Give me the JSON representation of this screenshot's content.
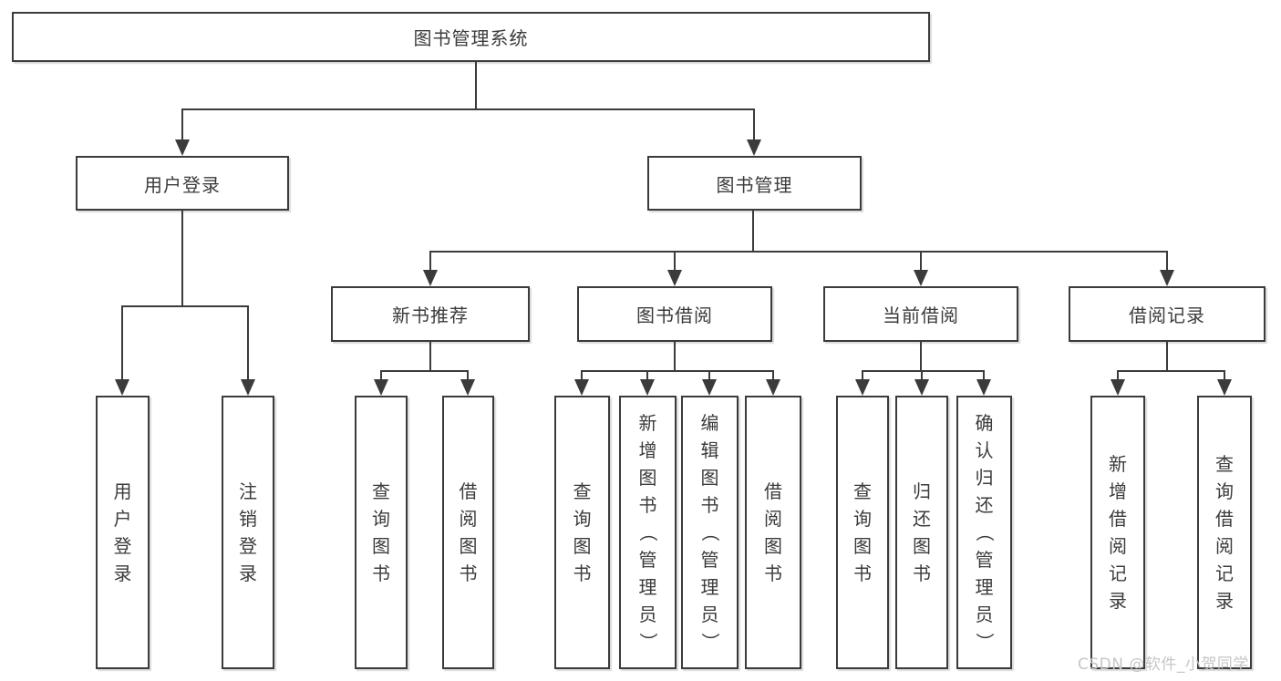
{
  "diagram": {
    "type": "tree",
    "orientation": "top-down",
    "tree": {
      "root": {
        "label": "图书管理系统",
        "children": [
          {
            "label": "用户登录",
            "children": [
              {
                "label": "用户登录"
              },
              {
                "label": "注销登录"
              }
            ]
          },
          {
            "label": "图书管理",
            "children": [
              {
                "label": "新书推荐",
                "children": [
                  {
                    "label": "查询图书"
                  },
                  {
                    "label": "借阅图书"
                  }
                ]
              },
              {
                "label": "图书借阅",
                "children": [
                  {
                    "label": "查询图书"
                  },
                  {
                    "label": "新增图书（管理员）"
                  },
                  {
                    "label": "编辑图书（管理员）"
                  },
                  {
                    "label": "借阅图书"
                  }
                ]
              },
              {
                "label": "当前借阅",
                "children": [
                  {
                    "label": "查询图书"
                  },
                  {
                    "label": "归还图书"
                  },
                  {
                    "label": "确认归还（管理员）"
                  }
                ]
              },
              {
                "label": "借阅记录",
                "children": [
                  {
                    "label": "新增借阅记录"
                  },
                  {
                    "label": "查询借阅记录"
                  }
                ]
              }
            ]
          }
        ]
      }
    },
    "colors": {
      "line": "#3b3b3b",
      "box_border": "#3b3b3b",
      "box_fill": "#ffffff",
      "text": "#3b3b3b",
      "background": "#ffffff",
      "watermark": "#c6c6c6"
    }
  },
  "watermark": {
    "text": "CSDN @软件_小贺同学"
  }
}
